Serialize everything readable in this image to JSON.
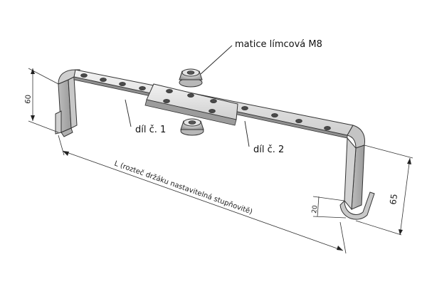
{
  "labels": {
    "nut": "matice límcová M8",
    "part1": "díl č. 1",
    "part2": "díl č. 2"
  },
  "dimensions": {
    "length": "L (rozteč držáku nastavitelná stupňovitě)",
    "height_left": "60",
    "height_right": "65",
    "hook": "20"
  }
}
